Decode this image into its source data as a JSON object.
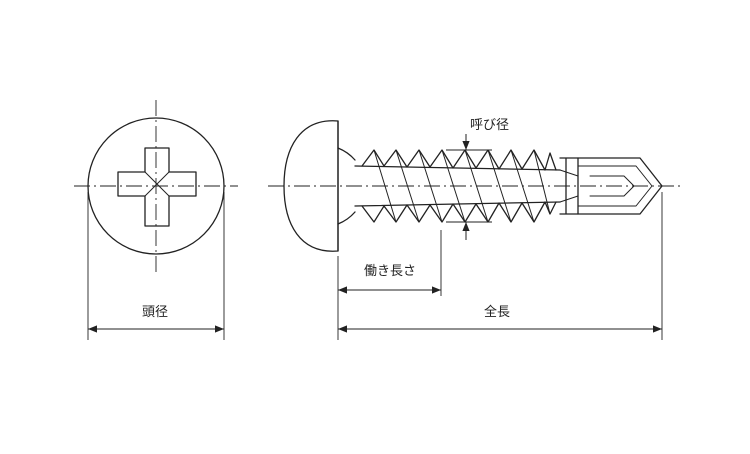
{
  "labels": {
    "head_diameter": "頭径",
    "nominal_diameter": "呼び径",
    "thread_length": "働き長さ",
    "total_length": "全長"
  },
  "colors": {
    "line": "#222222",
    "background": "#ffffff"
  }
}
